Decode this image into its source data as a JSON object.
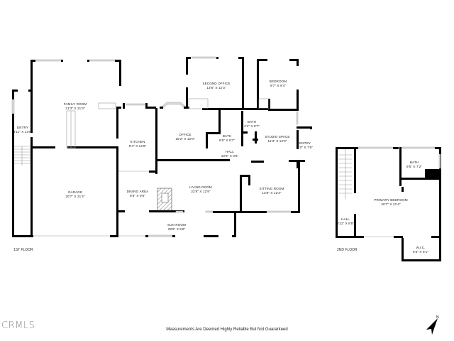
{
  "floors": [
    {
      "label": "1ST FLOOR",
      "rooms": [
        {
          "name": "FAMILY ROOM",
          "dims": "21'3\" X 21'3\""
        },
        {
          "name": "ENTRY",
          "dims": "3'11\" X 13'5\""
        },
        {
          "name": "KITCHEN",
          "dims": "9'4\" X 14'9\""
        },
        {
          "name": "SECOND OFFICE",
          "dims": "13'6\" X 12'3\""
        },
        {
          "name": "BEDROOM",
          "dims": "9'7\" X 9'4\""
        },
        {
          "name": "OFFICE",
          "dims": "15'2\" X 12'0\""
        },
        {
          "name": "BATH",
          "dims": "8'6\" X 8'7\""
        },
        {
          "name": "BATH",
          "dims": "4'1\" X 8'7\""
        },
        {
          "name": "STUDIO SPACE",
          "dims": "11'3\" X 12'0\""
        },
        {
          "name": "ENTRY",
          "dims": "4'0\" X 7'6\""
        },
        {
          "name": "HALL",
          "dims": "10'6\" X 3'5\""
        },
        {
          "name": "GARAGE",
          "dims": "20'7\" X 21'4\""
        },
        {
          "name": "DINING AREA",
          "dims": "9'8\" X 9'6\""
        },
        {
          "name": "LIVING ROOM",
          "dims": "22'8\" X 12'9\""
        },
        {
          "name": "SITTING ROOM",
          "dims": "13'8\" X 12'3\""
        },
        {
          "name": "SUN ROOM",
          "dims": "28'6\" X 5'6\""
        }
      ]
    },
    {
      "label": "2ND FLOOR",
      "rooms": [
        {
          "name": "BATH",
          "dims": "9'5\" X 7'2\""
        },
        {
          "name": "PRIMARY BEDROOM",
          "dims": "20'7\" X 21'4\""
        },
        {
          "name": "HALL",
          "dims": "3'11\" X 8'5\""
        },
        {
          "name": "W.I.C.",
          "dims": "9'3\" X 5'1\""
        }
      ]
    }
  ],
  "footer": {
    "logo": "CRMLS",
    "disclaimer": "Measurements Are Deemed Highly Reliable But Not Guaranteed",
    "north_label": "N"
  },
  "colors": {
    "wall": "#000000",
    "window": "#d9d9d9",
    "background": "#ffffff"
  }
}
